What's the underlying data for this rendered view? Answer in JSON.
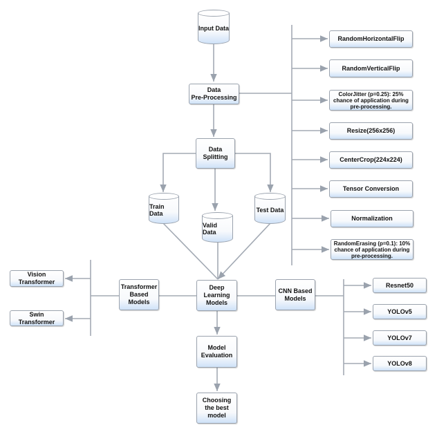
{
  "diagram": {
    "main_flow": {
      "input": "Input Data",
      "preprocessing": "Data\nPre-Processing",
      "splitting": "Data Splitting",
      "train": "Train Data",
      "valid": "Valid Data",
      "test": "Test Data",
      "deep_learning": "Deep\nLearning\nModels",
      "evaluation": "Model\nEvaluation",
      "best": "Choosing\nthe best\nmodel"
    },
    "preprocessing_steps": [
      "RandomHorizontalFlip",
      "RandomVerticalFlip",
      "ColorJitter (p=0.25): 25% chance of application during pre-processing.",
      "Resize(256x256)",
      "CenterCrop(224x224)",
      "Tensor Conversion",
      "Normalization",
      "RandomErasing (p=0.1): 10% chance of application during pre-processing."
    ],
    "transformer_branch": {
      "label": "Transformer Based Models",
      "models": [
        "Vision Transformer",
        "Swin Transformer"
      ]
    },
    "cnn_branch": {
      "label": "CNN Based Models",
      "models": [
        "Resnet50",
        "YOLOv5",
        "YOLOv7",
        "YOLOv8"
      ]
    },
    "colors": {
      "line": "#9aa2ad",
      "box_gradient_bottom": "#cfe2f8"
    }
  }
}
